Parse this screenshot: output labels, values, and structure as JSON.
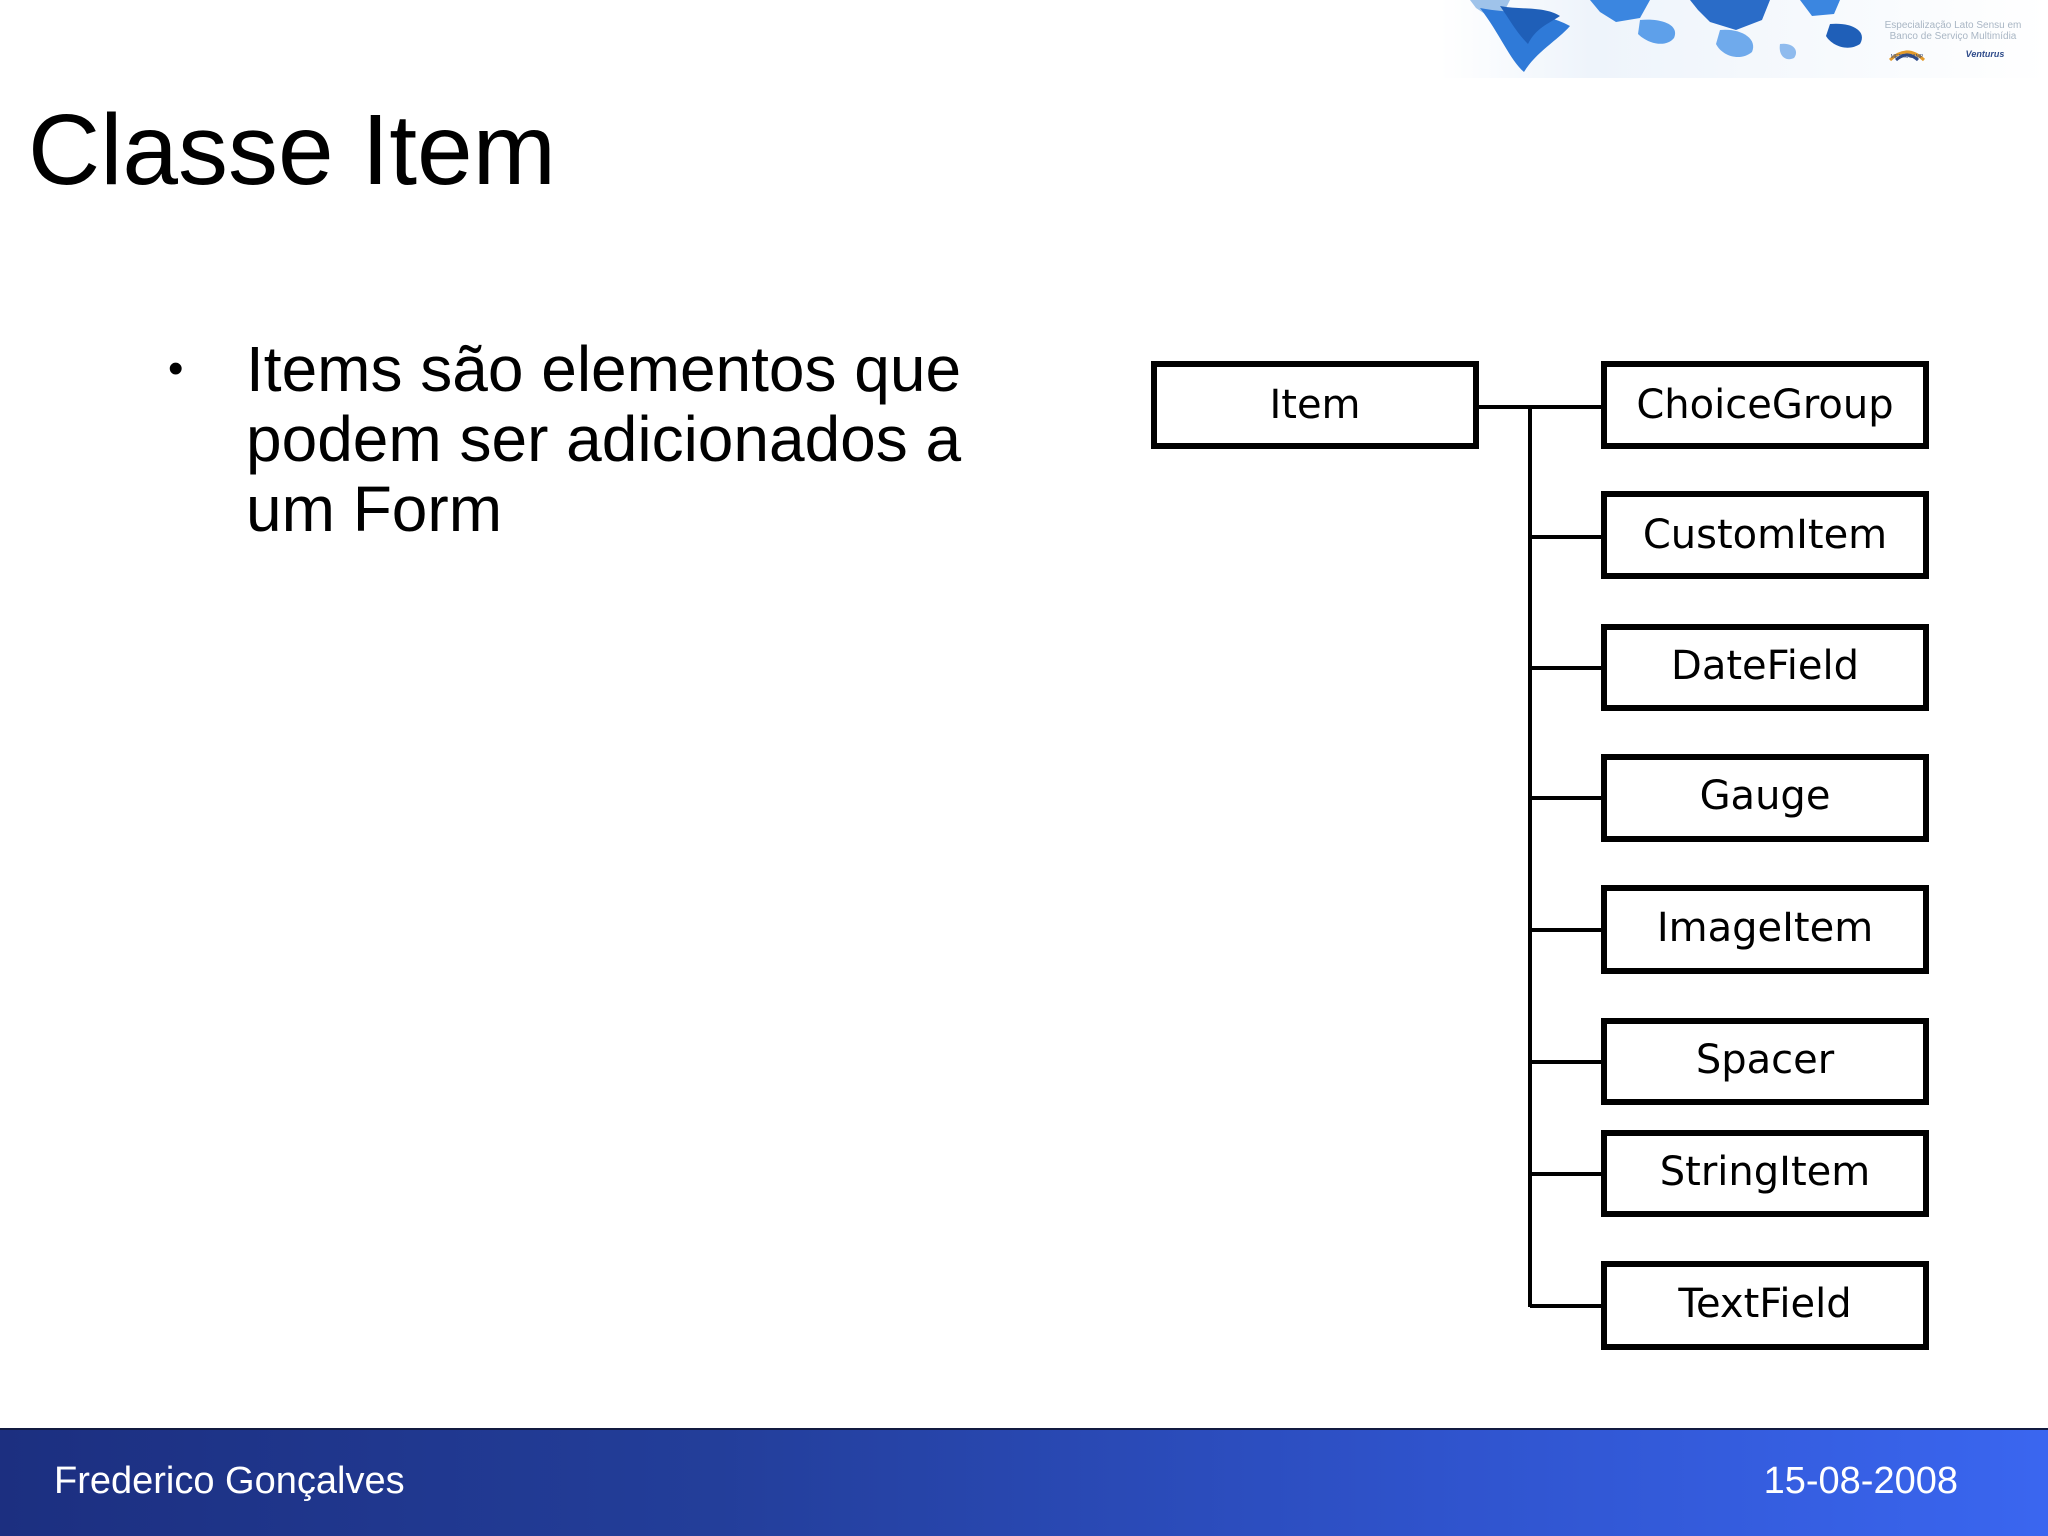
{
  "slide": {
    "title": "Classe Item",
    "bullets": [
      "Items são elementos que podem ser adicionados a um Form"
    ]
  },
  "header": {
    "caption": "Especialização Lato Sensu em Banco de Serviço Multimídia",
    "logo_left_label": "METROCAMP",
    "logo_right_label": "Venturus"
  },
  "diagram": {
    "root": "Item",
    "children": [
      "ChoiceGroup",
      "CustomItem",
      "DateField",
      "Gauge",
      "ImageItem",
      "Spacer",
      "StringItem",
      "TextField"
    ]
  },
  "footer": {
    "author": "Frederico Gonçalves",
    "date": "15-08-2008"
  },
  "colors": {
    "footer_dark": "#1c2f80",
    "footer_light": "#3a66f0",
    "banner_blue": "#2f7ad8"
  }
}
